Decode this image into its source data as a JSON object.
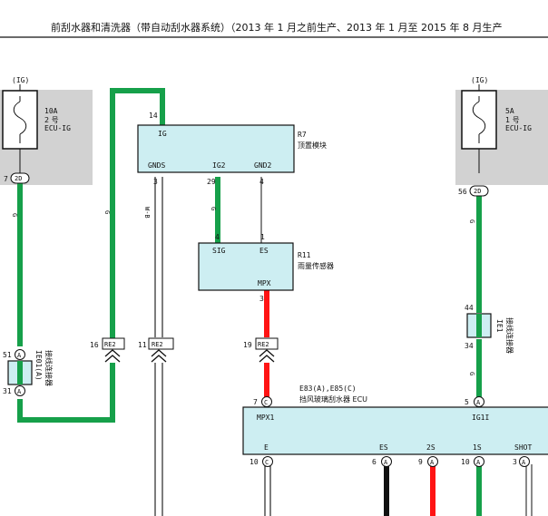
{
  "title": "前刮水器和清洗器（带自动刮水器系统）（2013 年 1 月之前生产、2013 年 1 月至 2015 年 8 月生产",
  "fuse_left": {
    "power": "(IG)",
    "rating": "10A",
    "num": "2 号",
    "name": "ECU-IG",
    "pin_num": "7",
    "pin_label": "2D"
  },
  "fuse_right": {
    "power": "(IG)",
    "rating": "5A",
    "num": "1 号",
    "name": "ECU-IG",
    "pin_num": "56",
    "pin_label": "2D"
  },
  "r7": {
    "id": "R7",
    "name": "顶置模块",
    "ig": "IG",
    "gnds": "GNDS",
    "ig2": "IG2",
    "gnd2": "GND2",
    "pin_top": "14",
    "pin_gnds": "3",
    "pin_ig2": "29",
    "pin_gnd2": "4"
  },
  "r11": {
    "id": "R11",
    "name": "雨量传感器",
    "sig": "SIG",
    "es": "ES",
    "mpx": "MPX",
    "pin_sig": "4",
    "pin_es": "1",
    "pin_mpx": "3"
  },
  "ecu": {
    "id": "E83(A),E85(C)",
    "name": "挡风玻璃刮水器 ECU",
    "mpx1": "MPX1",
    "ig1i": "IG1I",
    "e": "E",
    "es": "ES",
    "two_s": "2S",
    "one_s": "1S",
    "shot": "SHOT",
    "pin_mpx1": "7",
    "pin_mpx1_l": "C",
    "pin_ig1i": "5",
    "pin_ig1i_l": "A",
    "pin_e": "10",
    "pin_e_l": "C",
    "pin_es": "6",
    "pin_es_l": "A",
    "pin_2s": "9",
    "pin_2s_l": "A",
    "pin_1s": "10",
    "pin_1s_l": "A",
    "pin_shot": "3",
    "pin_shot_l": "A"
  },
  "ie01": {
    "id": "IE01(A)",
    "name": "接线连接器",
    "pin_top": "51",
    "pin_top_l": "A",
    "pin_bot": "31",
    "pin_bot_l": "A"
  },
  "ie1": {
    "id": "IE1",
    "name": "接线连接器",
    "pin_top": "44",
    "pin_bot": "34"
  },
  "re2_conns": [
    {
      "pin": "16",
      "label": "RE2"
    },
    {
      "pin": "11",
      "label": "RE2"
    },
    {
      "pin": "19",
      "label": "RE2"
    }
  ],
  "wire_colors": {
    "g": "G",
    "wb": "W-B"
  },
  "colors": {
    "green": "#16a04a",
    "red": "#ff1414",
    "box": "#cdeef2",
    "grey": "#d2d2d2"
  }
}
